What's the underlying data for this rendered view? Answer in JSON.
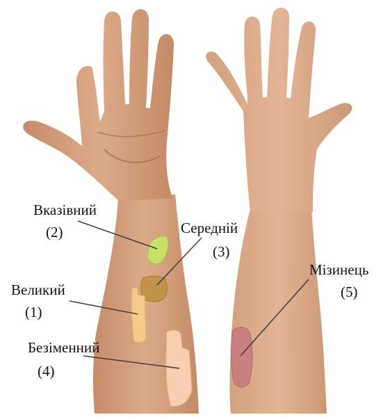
{
  "colors": {
    "skin": "#d9a482",
    "skin_shade": "#b9805f",
    "index_region": "#c7e06a",
    "middle_region": "#c4934a",
    "thumb_region": "#f7c88c",
    "ring_region": "#f8cdb0",
    "little_region": "#c98080",
    "line": "#444444"
  },
  "labels": {
    "index": {
      "name": "Вказівний",
      "num": "(2)"
    },
    "middle": {
      "name": "Середній",
      "num": "(3)"
    },
    "thumb": {
      "name": "Великий",
      "num": "(1)"
    },
    "ring": {
      "name": "Безіменний",
      "num": "(4)"
    },
    "little": {
      "name": "Мізинець",
      "num": "(5)"
    }
  }
}
